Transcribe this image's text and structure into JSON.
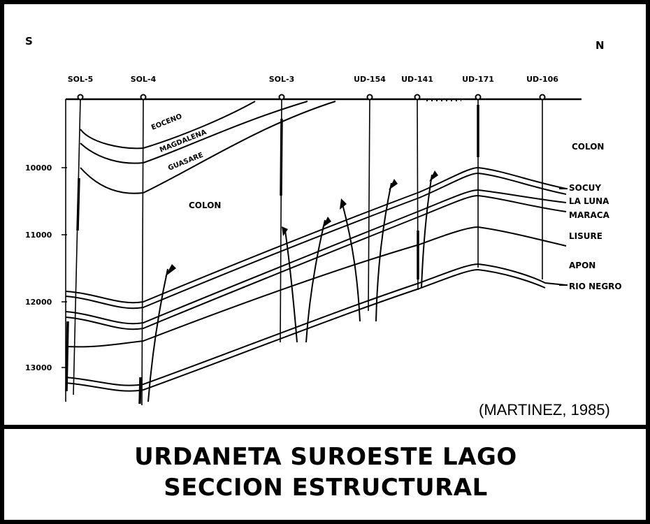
{
  "orientation": {
    "south": "S",
    "north": "N"
  },
  "wells": [
    "SOL-5",
    "SOL-4",
    "SOL-3",
    "UD-154",
    "UD-141",
    "UD-171",
    "UD-106"
  ],
  "depth_labels": [
    "10000",
    "11000",
    "12000",
    "13000"
  ],
  "formations_right": [
    "COLON",
    "SOCUY",
    "LA LUNA",
    "MARACA",
    "LISURE",
    "APON",
    "RIO NEGRO"
  ],
  "formations_left": [
    "EOCENO",
    "MAGDALENA",
    "GUASARE"
  ],
  "colon_center_label": "COLON",
  "citation": "(MARTINEZ, 1985)",
  "title": {
    "line1": "URDANETA SUROESTE LAGO",
    "line2": "SECCION ESTRUCTURAL"
  },
  "colors": {
    "ink": "#000000",
    "background": "#ffffff"
  }
}
